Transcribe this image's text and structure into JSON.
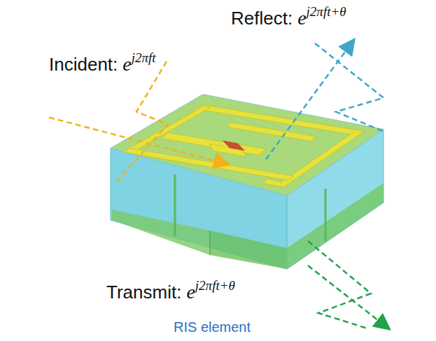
{
  "diagram": {
    "labels": [
      "Reflect:",
      "e",
      "j2πft+θ",
      "Incident:",
      "e",
      "j2πft",
      "Transmit:",
      "e",
      "j2πft+θ",
      "RIS element"
    ]
  }
}
